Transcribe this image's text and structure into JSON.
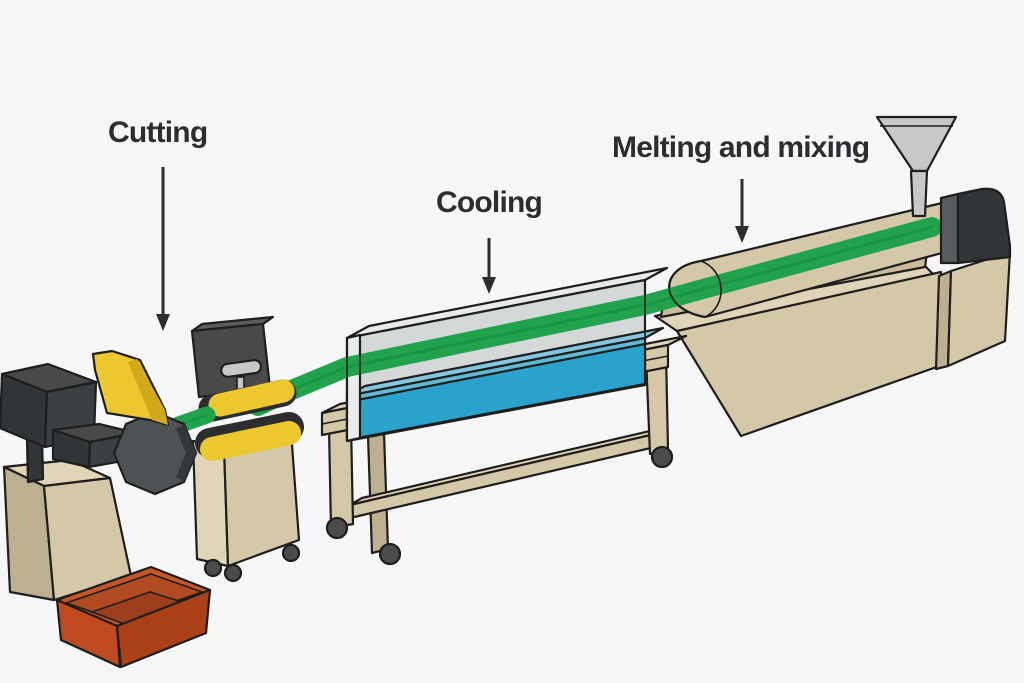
{
  "diagram": {
    "type": "process-illustration",
    "subject": "plastic extrusion line",
    "stages": [
      {
        "id": "melting",
        "label": "Melting and mixing"
      },
      {
        "id": "cooling",
        "label": "Cooling"
      },
      {
        "id": "cutting",
        "label": "Cutting"
      }
    ]
  },
  "colors": {
    "bg": "#f7f7f9",
    "outline": "#1e1e1c",
    "text": "#2b2d2f",
    "beige": "#d5c8a9",
    "beige_light": "#e0d5b8",
    "beige_dark": "#bdb091",
    "beige_deep": "#cabb9b",
    "green": "#21a24d",
    "green_dark": "#0f8a3c",
    "water": "#2ba2cc",
    "water_light": "#5fbad8",
    "water_surface": "#83c6dd",
    "glass": "#d4d8d9",
    "glass_light": "#e9ebeb",
    "yellow": "#ecc72e",
    "yellow_dark": "#d2a81d",
    "gray_machine": "#47494b",
    "gray_machine_light": "#595c5e",
    "gray_machine_mid": "#3d4042",
    "gray_machine_dark": "#323537",
    "gray_hopper": "#c7c9c9",
    "wheel": "#4b4b4b",
    "red": "#bf4a1f",
    "red_dark": "#ab3f18",
    "red_rim": "#c65628",
    "red_cavity": "#b04a20",
    "red_floor": "#9c3f1d"
  }
}
